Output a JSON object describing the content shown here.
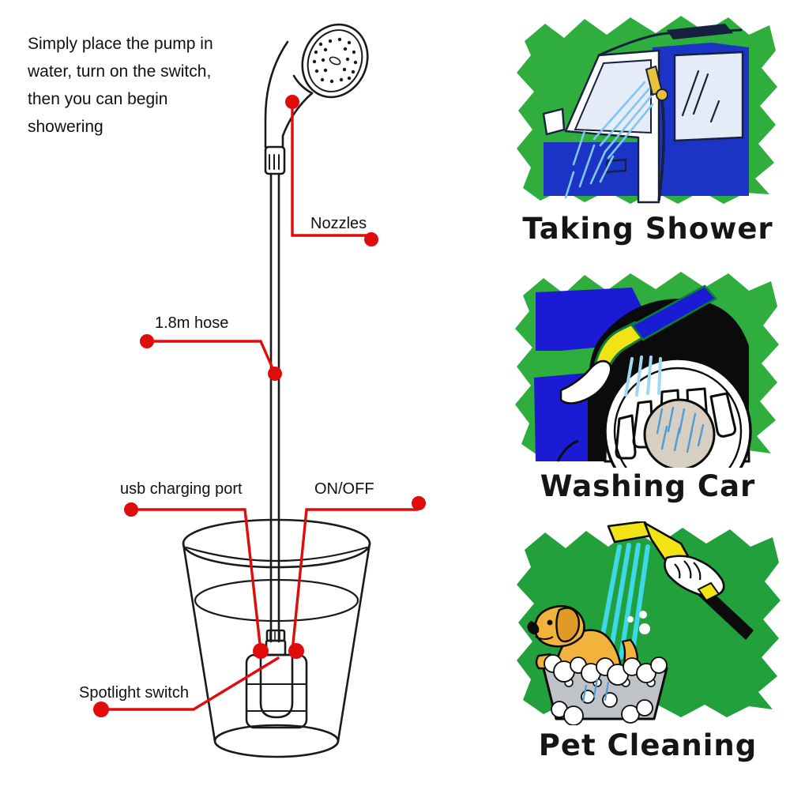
{
  "intro": {
    "text": "Simply place the pump in water, turn on the switch, then you can begin showering"
  },
  "colors": {
    "callout_red": "#E00B0B",
    "outline_black": "#1A1A1A",
    "brush_green": "#2FAE3E",
    "vehicle_blue": "#1B34C6",
    "spray_blue": "#7EC8F0",
    "nozzle_yellow": "#F2DC1E",
    "dog_yellow": "#F2B33D",
    "tub_gray": "#BFC3C7"
  },
  "diagram": {
    "title": "portable-shower-pump-diagram",
    "callouts": [
      {
        "id": "nozzles",
        "label": "Nozzles"
      },
      {
        "id": "hose",
        "label": "1.8m hose"
      },
      {
        "id": "usb",
        "label": "usb charging port"
      },
      {
        "id": "onoff",
        "label": "ON/OFF"
      },
      {
        "id": "spotlight",
        "label": "Spotlight switch"
      }
    ],
    "parts": {
      "shower_head": "shower-head",
      "hose": "hose",
      "pump": "submersible-pump",
      "bucket": "water-bucket"
    }
  },
  "use_cases": [
    {
      "id": "taking-shower",
      "caption": "Taking Shower"
    },
    {
      "id": "washing-car",
      "caption": "Washing Car"
    },
    {
      "id": "pet-cleaning",
      "caption": "Pet Cleaning"
    }
  ]
}
